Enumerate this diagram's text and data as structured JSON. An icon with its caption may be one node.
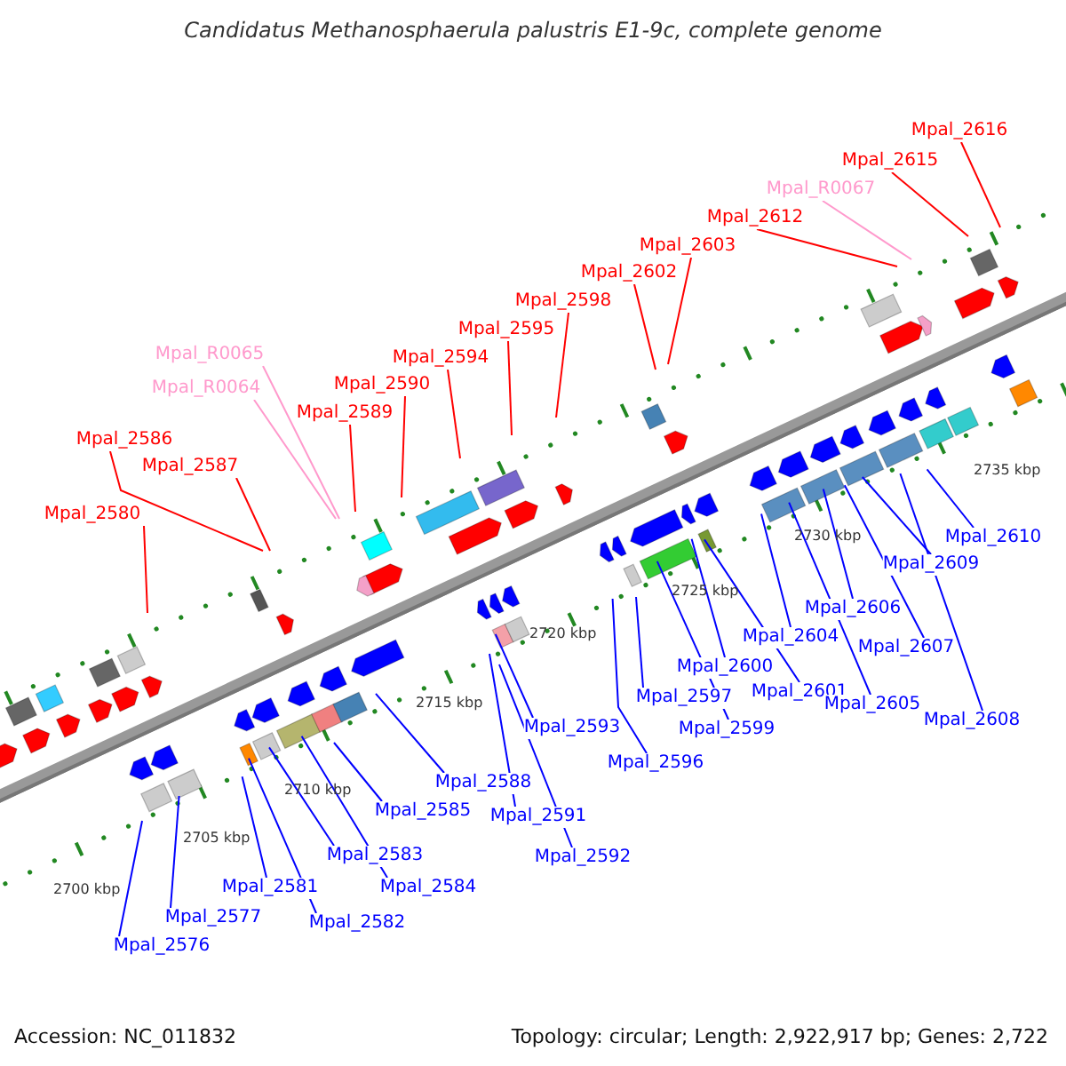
{
  "diagram": {
    "title": "Candidatus Methanosphaerula palustris E1-9c, complete genome",
    "nodes": [
      {
        "text": [
          "Mpal_2616"
        ]
      },
      {
        "text": [
          "Mpal_2615"
        ]
      },
      {
        "text": [
          "Mpal_R0067"
        ]
      },
      {
        "text": [
          "Mpal_2612"
        ]
      },
      {
        "text": [
          "Mpal_2603"
        ]
      },
      {
        "text": [
          "Mpal_2602"
        ]
      },
      {
        "text": [
          "Mpal_2598"
        ]
      },
      {
        "text": [
          "Mpal_2595"
        ]
      },
      {
        "text": [
          "Mpal_R0065"
        ]
      },
      {
        "text": [
          "Mpal_2594"
        ]
      },
      {
        "text": [
          "Mpal_2590"
        ]
      },
      {
        "text": [
          "Mpal_R0064"
        ]
      },
      {
        "text": [
          "Mpal_2589"
        ]
      },
      {
        "text": [
          "Mpal_2586"
        ]
      },
      {
        "text": [
          "Mpal_2587"
        ]
      },
      {
        "text": [
          "Mpal_2580"
        ]
      },
      {
        "text": [
          "Mpal_2610"
        ]
      },
      {
        "text": [
          "Mpal_2609"
        ]
      },
      {
        "text": [
          "Mpal_2606"
        ]
      },
      {
        "text": [
          "Mpal_2604"
        ]
      },
      {
        "text": [
          "Mpal_2607"
        ]
      },
      {
        "text": [
          "Mpal_2600"
        ]
      },
      {
        "text": [
          "Mpal_2601"
        ]
      },
      {
        "text": [
          "Mpal_2597"
        ]
      },
      {
        "text": [
          "Mpal_2605"
        ]
      },
      {
        "text": [
          "Mpal_2608"
        ]
      },
      {
        "text": [
          "Mpal_2593"
        ]
      },
      {
        "text": [
          "Mpal_2599"
        ]
      },
      {
        "text": [
          "Mpal_2596"
        ]
      },
      {
        "text": [
          "Mpal_2588"
        ]
      },
      {
        "text": [
          "Mpal_2585"
        ]
      },
      {
        "text": [
          "Mpal_2591"
        ]
      },
      {
        "text": [
          "Mpal_2583"
        ]
      },
      {
        "text": [
          "Mpal_2592"
        ]
      },
      {
        "text": [
          "Mpal_2581"
        ]
      },
      {
        "text": [
          "Mpal_2584"
        ]
      },
      {
        "text": [
          "Mpal_2577"
        ]
      },
      {
        "text": [
          "Mpal_2582"
        ]
      },
      {
        "text": [
          "Mpal_2576"
        ]
      }
    ],
    "edges": [
      {
        "from": 0,
        "to": null,
        "arrow": "none",
        "color": "#ff0000"
      },
      {
        "from": 1,
        "to": null,
        "arrow": "none",
        "color": "#ff0000"
      },
      {
        "from": 2,
        "to": null,
        "arrow": "none",
        "color": "#ff99cc"
      },
      {
        "from": 3,
        "to": null,
        "arrow": "none",
        "color": "#ff0000"
      },
      {
        "from": 4,
        "to": null,
        "arrow": "none",
        "color": "#ff0000"
      },
      {
        "from": 5,
        "to": null,
        "arrow": "none",
        "color": "#ff0000"
      },
      {
        "from": 6,
        "to": null,
        "arrow": "none",
        "color": "#ff0000"
      },
      {
        "from": 7,
        "to": null,
        "arrow": "none",
        "color": "#ff0000"
      },
      {
        "from": 8,
        "to": null,
        "arrow": "none",
        "color": "#ff99cc"
      },
      {
        "from": 9,
        "to": null,
        "arrow": "none",
        "color": "#ff0000"
      },
      {
        "from": 10,
        "to": null,
        "arrow": "none",
        "color": "#ff0000"
      },
      {
        "from": 11,
        "to": null,
        "arrow": "none",
        "color": "#ff99cc"
      },
      {
        "from": 12,
        "to": null,
        "arrow": "none",
        "color": "#ff0000"
      },
      {
        "from": 13,
        "to": null,
        "arrow": "none",
        "color": "#ff0000"
      },
      {
        "from": 14,
        "to": null,
        "arrow": "none",
        "color": "#ff0000"
      },
      {
        "from": 15,
        "to": null,
        "arrow": "none",
        "color": "#ff0000"
      },
      {
        "from": 16,
        "to": null,
        "arrow": "none"
      },
      {
        "from": 17,
        "to": null,
        "arrow": "none"
      },
      {
        "from": 18,
        "to": null,
        "arrow": "none"
      },
      {
        "from": 19,
        "to": null,
        "arrow": "none"
      },
      {
        "from": 20,
        "to": null,
        "arrow": "none"
      },
      {
        "from": 21,
        "to": null,
        "arrow": "none"
      },
      {
        "from": 22,
        "to": null,
        "arrow": "none"
      },
      {
        "from": 23,
        "to": null,
        "arrow": "none"
      },
      {
        "from": 24,
        "to": null,
        "arrow": "none"
      },
      {
        "from": 25,
        "to": null,
        "arrow": "none"
      },
      {
        "from": 26,
        "to": null,
        "arrow": "none"
      },
      {
        "from": 27,
        "to": null,
        "arrow": "none"
      },
      {
        "from": 28,
        "to": null,
        "arrow": "none"
      },
      {
        "from": 29,
        "to": null,
        "arrow": "none"
      },
      {
        "from": 30,
        "to": null,
        "arrow": "none"
      },
      {
        "from": 31,
        "to": null,
        "arrow": "none"
      },
      {
        "from": 32,
        "to": null,
        "arrow": "none"
      },
      {
        "from": 33,
        "to": null,
        "arrow": "none"
      },
      {
        "from": 34,
        "to": null,
        "arrow": "none"
      },
      {
        "from": 35,
        "to": null,
        "arrow": "none"
      },
      {
        "from": 36,
        "to": null,
        "arrow": "none"
      },
      {
        "from": 37,
        "to": null,
        "arrow": "none"
      },
      {
        "from": 38,
        "to": null,
        "arrow": "none"
      }
    ],
    "labels": [
      "2735 kbp",
      "2730 kbp",
      "2725 kbp",
      "2720 kbp",
      "2715 kbp",
      "2710 kbp",
      "2705 kbp",
      "2700 kbp",
      "Accession: NC_011832",
      "Topology: circular; Length: 2,922,917 bp; Genes: 2,722"
    ]
  }
}
